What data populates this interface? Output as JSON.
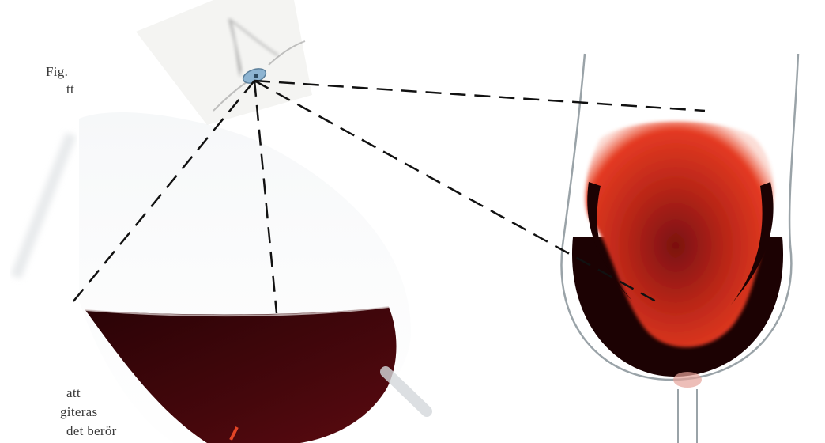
{
  "text_fragments": {
    "top": [
      "Fig.",
      "tt"
    ],
    "bottom": [
      "att",
      "giteras",
      "det  berör"
    ]
  },
  "illustration": {
    "eye_sketch": "pencil-sketch-eye",
    "tilted_glass": "tilted-wine-glass",
    "upright_glass": "upright-wine-glass",
    "sight_lines": "dashed-sight-lines"
  },
  "colors": {
    "dark_wine": "#3a0508",
    "wine_red": "#c0281c",
    "wine_orange_rim": "#ee4a2a",
    "eye_blue": "#7fa8c8",
    "line": "#111111"
  }
}
